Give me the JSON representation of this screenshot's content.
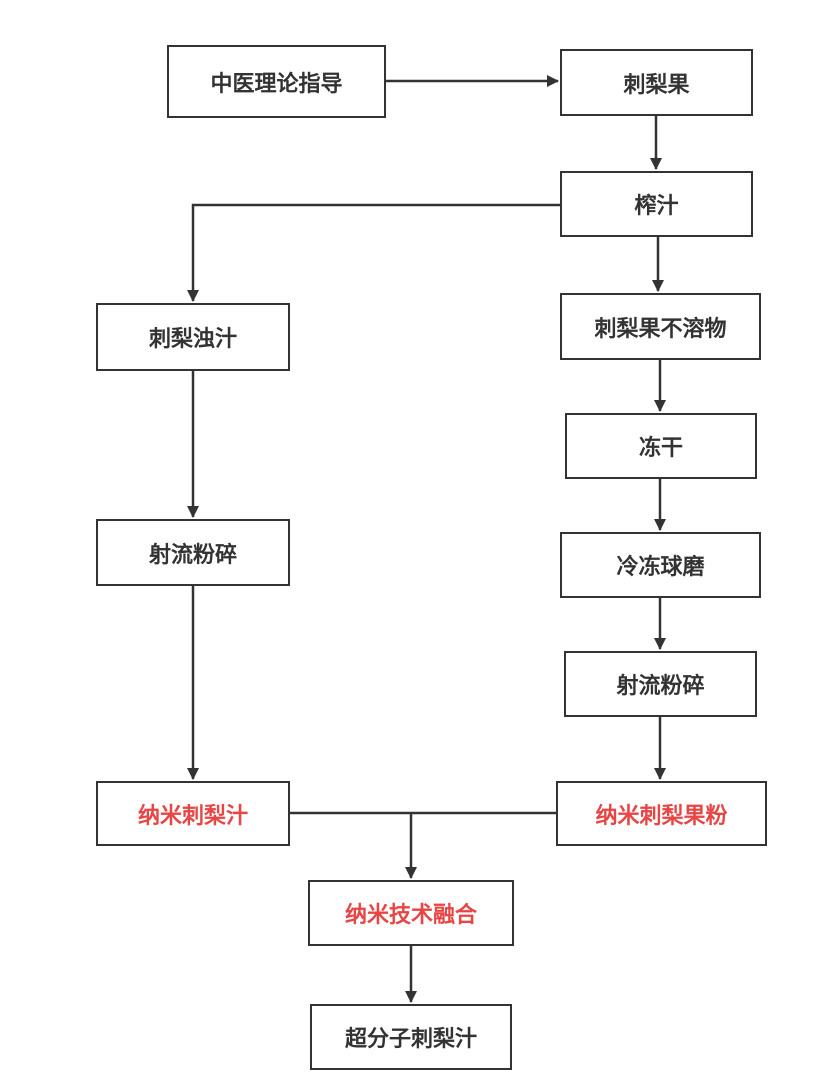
{
  "colors": {
    "stroke": "#333333",
    "text": "#333333",
    "highlight_text": "#e84545"
  },
  "nodes": {
    "tcm_guidance": "中医理论指导",
    "fruit": "刺梨果",
    "press": "榨汁",
    "turbid_juice": "刺梨浊汁",
    "insoluble": "刺梨果不溶物",
    "freeze_dry": "冻干",
    "cryo_ball_mill": "冷冻球磨",
    "jet_mill_left": "射流粉碎",
    "jet_mill_right": "射流粉碎",
    "nano_juice": "纳米刺梨汁",
    "nano_powder": "纳米刺梨果粉",
    "nano_fusion": "纳米技术融合",
    "final_product": "超分子刺梨汁"
  }
}
